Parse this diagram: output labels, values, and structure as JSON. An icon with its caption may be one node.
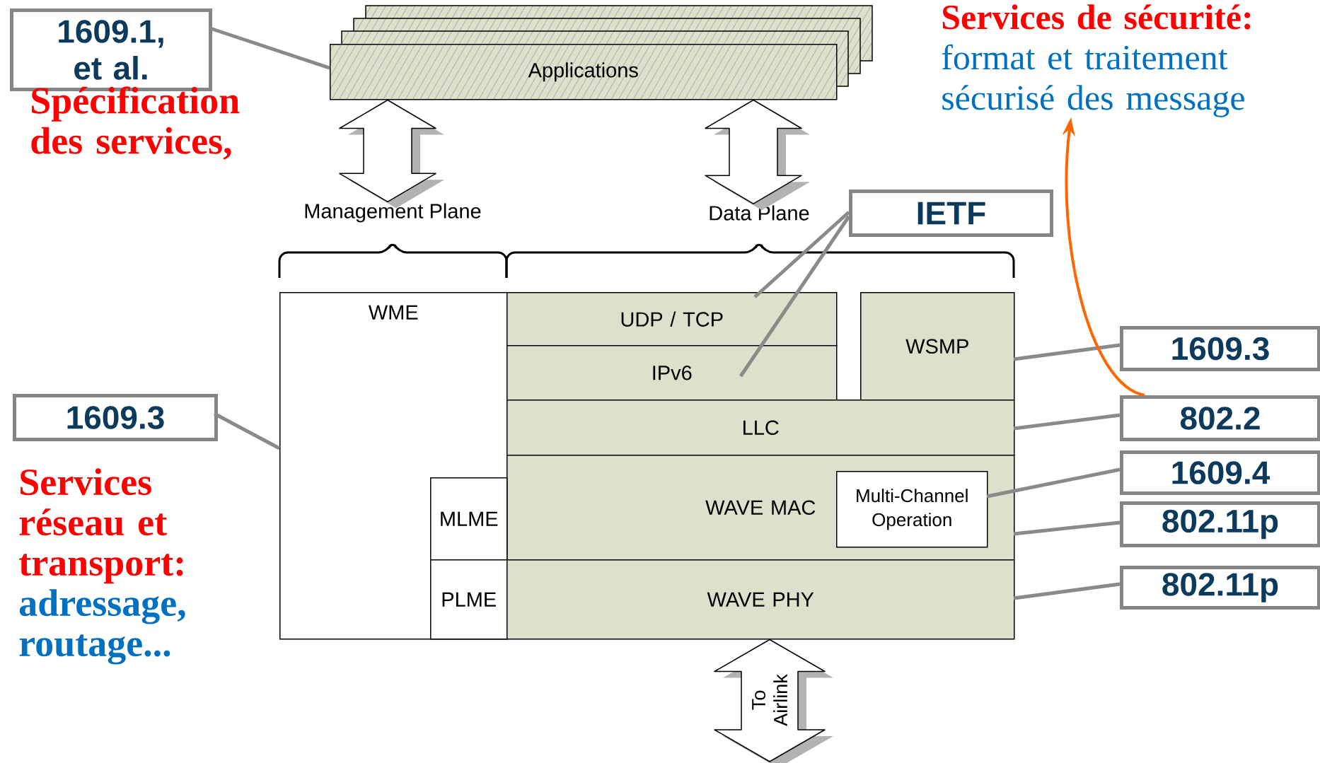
{
  "diagram": {
    "nodes": [
      {
        "text": [
          "1609.1, et al."
        ]
      },
      {
        "text": [
          "Applications"
        ]
      },
      {
        "text": [
          "Management Plane"
        ]
      },
      {
        "text": [
          "Data Plane"
        ]
      },
      {
        "text": [
          "IETF"
        ]
      },
      {
        "text": [
          "WME"
        ]
      },
      {
        "text": [
          "UDP / TCP"
        ]
      },
      {
        "text": [
          "IPv6"
        ]
      },
      {
        "text": [
          "WSMP"
        ]
      },
      {
        "text": [
          "LLC"
        ]
      },
      {
        "text": [
          "WAVE MAC"
        ]
      },
      {
        "text": [
          "Multi-Channel Operation"
        ],
        "in": 10
      },
      {
        "text": [
          "MLME"
        ],
        "in": 5
      },
      {
        "text": [
          "PLME"
        ],
        "in": 5
      },
      {
        "text": [
          "WAVE PHY"
        ]
      },
      {
        "text": [
          "1609.3"
        ]
      },
      {
        "text": [
          "1609.3"
        ]
      },
      {
        "text": [
          "802.2"
        ]
      },
      {
        "text": [
          "1609.4"
        ]
      },
      {
        "text": [
          "802.11p"
        ]
      },
      {
        "text": [
          "802.11p"
        ]
      },
      {
        "text": [
          "Services de sécurité:",
          "format et traitement sécurisé des message"
        ]
      }
    ],
    "edges": [
      {
        "from": 0,
        "to": 1,
        "arrow": "none"
      },
      {
        "from": 1,
        "to": 2,
        "arrow": "both",
        "color": "#000000"
      },
      {
        "from": 1,
        "to": 3,
        "arrow": "both",
        "color": "#000000"
      },
      {
        "from": 4,
        "to": 6,
        "arrow": "none"
      },
      {
        "from": 4,
        "to": 7,
        "arrow": "none"
      },
      {
        "from": 15,
        "to": 5,
        "arrow": "none"
      },
      {
        "from": 8,
        "to": 16,
        "arrow": "none"
      },
      {
        "from": 9,
        "to": 17,
        "arrow": "none"
      },
      {
        "from": 11,
        "to": 18,
        "arrow": "none"
      },
      {
        "from": 10,
        "to": 19,
        "arrow": "none"
      },
      {
        "from": 14,
        "to": 20,
        "arrow": "none"
      },
      {
        "from": 17,
        "to": 21,
        "arrow": "to",
        "color": "#ff6600"
      },
      {
        "from": 14,
        "to": null,
        "arrow": "both",
        "label": "To Airlink",
        "color": "#000000"
      }
    ],
    "labels": [
      "Spécification des services,",
      "Services réseau et transport:",
      "adressage, routage..."
    ]
  }
}
